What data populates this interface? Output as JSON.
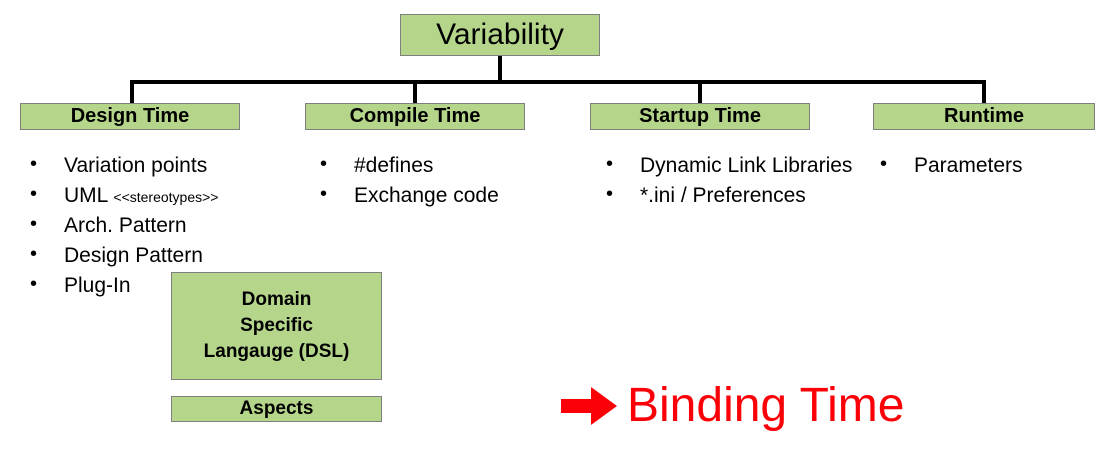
{
  "diagram": {
    "root": {
      "label": "Variability"
    },
    "columns": [
      {
        "header": "Design Time",
        "items": [
          {
            "text": "Variation points"
          },
          {
            "text": "UML ",
            "suffix": "<<stereotypes>>"
          },
          {
            "text": "Arch. Pattern"
          },
          {
            "text": "Design Pattern"
          },
          {
            "text": "Plug-In"
          }
        ]
      },
      {
        "header": "Compile Time",
        "items": [
          {
            "text": "#defines"
          },
          {
            "text": "Exchange code"
          }
        ]
      },
      {
        "header": "Startup Time",
        "items": [
          {
            "text": "Dynamic Link Libraries"
          },
          {
            "text": "*.ini / Preferences"
          }
        ]
      },
      {
        "header": "Runtime",
        "items": [
          {
            "text": "Parameters"
          }
        ]
      }
    ],
    "extra_boxes": {
      "dsl": {
        "line1": "Domain",
        "line2": "Specific",
        "line3": "Langauge (DSL)"
      },
      "aspects": {
        "label": "Aspects"
      }
    },
    "callout": {
      "arrow_icon": "right-arrow-icon",
      "label": "Binding Time"
    },
    "colors": {
      "box_fill": "#b5d68a",
      "box_border": "#7f7f7f",
      "connector": "#000000",
      "callout_red": "#fb0007",
      "text": "#000000"
    }
  }
}
